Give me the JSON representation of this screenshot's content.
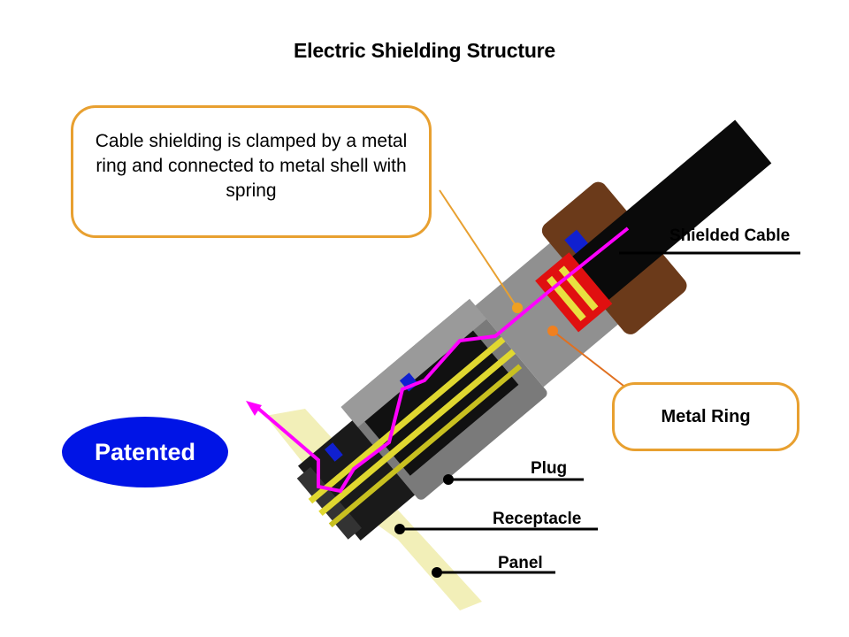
{
  "title": "Electric Shielding Structure",
  "callouts": {
    "description": "Cable shielding is clamped by a metal ring and connected to metal shell with spring",
    "metal_ring": "Metal Ring"
  },
  "badge": "Patented",
  "labels": {
    "shielded_cable": "Shielded Cable",
    "plug": "Plug",
    "receptacle": "Receptacle",
    "panel": "Panel"
  },
  "colors": {
    "callout_border": "#e8a030",
    "badge_fill": "#0014e6",
    "current_path": "#ff00ff",
    "metal_ring": "#e01010"
  }
}
